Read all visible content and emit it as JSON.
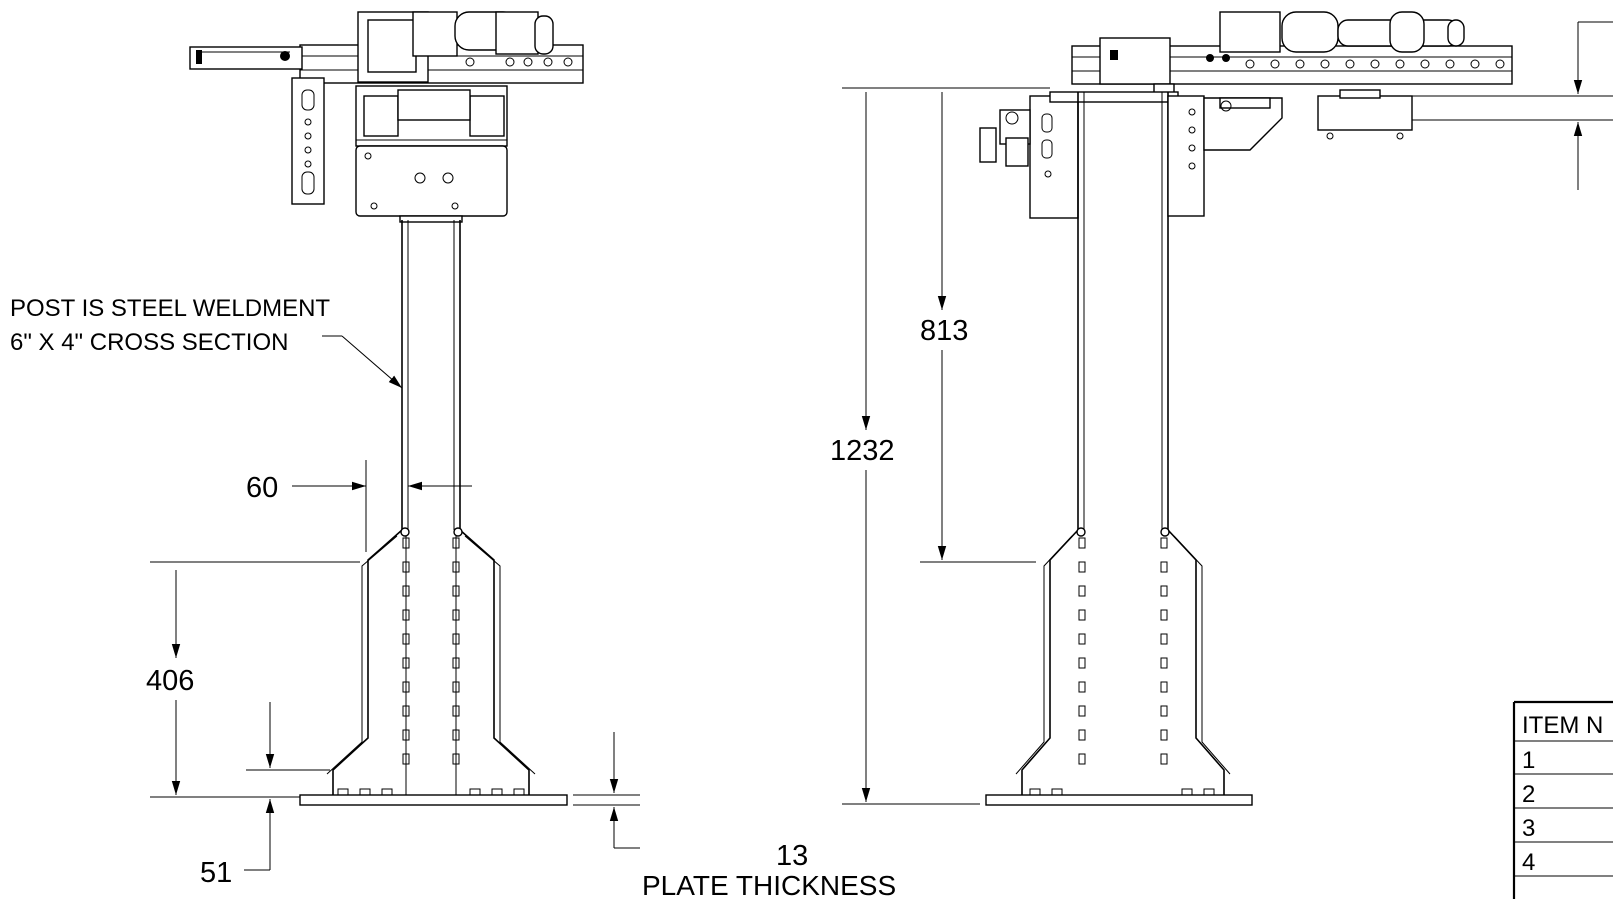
{
  "annotations": {
    "post_note_line1": "POST IS STEEL WELDMENT",
    "post_note_line2": "6\" X 4\" CROSS SECTION",
    "plate_thickness_label": "PLATE THICKNESS"
  },
  "dimensions": {
    "post_width": "60",
    "gusset_height": "406",
    "base_offset": "51",
    "plate_thickness": "13",
    "overall_height": "1232",
    "upper_height": "813"
  },
  "bom_table": {
    "header": "ITEM N",
    "rows": [
      "1",
      "2",
      "3",
      "4"
    ]
  }
}
